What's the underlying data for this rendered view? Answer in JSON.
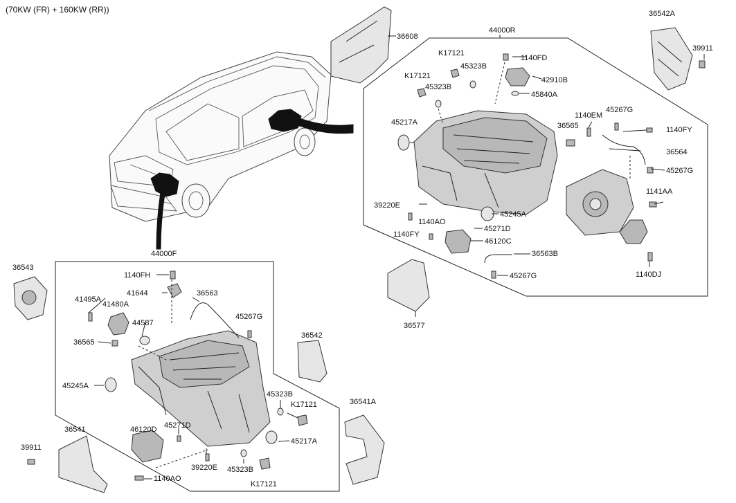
{
  "title": "(70KW (FR) + 160KW (RR))",
  "assemblies": {
    "rear": "44000R",
    "front": "44000F"
  },
  "labels": {
    "l_36608": "36608",
    "l_36542A": "36542A",
    "l_39911_tr": "39911",
    "l_K17121_a": "K17121",
    "l_45323B_a": "45323B",
    "l_1140FD": "1140FD",
    "l_K17121_b": "K17121",
    "l_45323B_b": "45323B",
    "l_42910B": "42910B",
    "l_45840A": "45840A",
    "l_45217A_r": "45217A",
    "l_1140EM": "1140EM",
    "l_45267G_a": "45267G",
    "l_36565_r": "36565",
    "l_1140FY_a": "1140FY",
    "l_36564": "36564",
    "l_45267G_b": "45267G",
    "l_1141AA": "1141AA",
    "l_39220E_r": "39220E",
    "l_45245A_r": "45245A",
    "l_1140AO_r": "1140AO",
    "l_45271D_r": "45271D",
    "l_1140FY_b": "1140FY",
    "l_46120C": "46120C",
    "l_36563B": "36563B",
    "l_45267G_c": "45267G",
    "l_1140DJ": "1140DJ",
    "l_36577": "36577",
    "l_36543": "36543",
    "l_1140FH": "1140FH",
    "l_41644": "41644",
    "l_36563": "36563",
    "l_41495A": "41495A",
    "l_41480A": "41480A",
    "l_45267G_f": "45267G",
    "l_44587": "44587",
    "l_36565_f": "36565",
    "l_36542": "36542",
    "l_45245A_f": "45245A",
    "l_45323B_f1": "45323B",
    "l_K17121_f1": "K17121",
    "l_36541A": "36541A",
    "l_36541": "36541",
    "l_46120D": "46120D",
    "l_45271D_f": "45271D",
    "l_45217A_f": "45217A",
    "l_39911_bl": "39911",
    "l_39220E_f": "39220E",
    "l_45323B_f2": "45323B",
    "l_1140AO_f": "1140AO",
    "l_K17121_f2": "K17121"
  }
}
